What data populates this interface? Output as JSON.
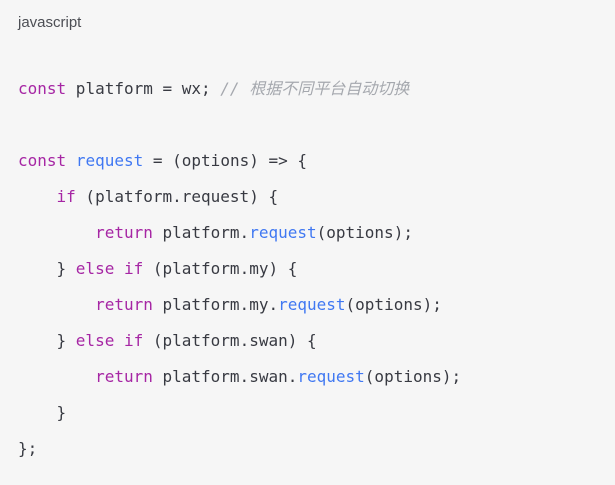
{
  "code_block": {
    "language_label": "javascript",
    "colors": {
      "background": "#f6f6f6",
      "label": "#4c4e54",
      "plain": "#383a42",
      "keyword": "#a626a4",
      "function": "#4078f2",
      "comment": "#a5a8ae"
    },
    "lines": [
      [
        {
          "type": "keyword",
          "text": "const"
        },
        {
          "type": "plain",
          "text": " platform = wx; "
        },
        {
          "type": "comment",
          "text": "// 根据不同平台自动切换"
        }
      ],
      [],
      [
        {
          "type": "keyword",
          "text": "const"
        },
        {
          "type": "plain",
          "text": " "
        },
        {
          "type": "function",
          "text": "request"
        },
        {
          "type": "plain",
          "text": " = (options) => {"
        }
      ],
      [
        {
          "type": "plain",
          "text": "    "
        },
        {
          "type": "keyword",
          "text": "if"
        },
        {
          "type": "plain",
          "text": " (platform.request) {"
        }
      ],
      [
        {
          "type": "plain",
          "text": "        "
        },
        {
          "type": "keyword",
          "text": "return"
        },
        {
          "type": "plain",
          "text": " platform."
        },
        {
          "type": "function",
          "text": "request"
        },
        {
          "type": "plain",
          "text": "(options);"
        }
      ],
      [
        {
          "type": "plain",
          "text": "    } "
        },
        {
          "type": "keyword",
          "text": "else"
        },
        {
          "type": "plain",
          "text": " "
        },
        {
          "type": "keyword",
          "text": "if"
        },
        {
          "type": "plain",
          "text": " (platform.my) {"
        }
      ],
      [
        {
          "type": "plain",
          "text": "        "
        },
        {
          "type": "keyword",
          "text": "return"
        },
        {
          "type": "plain",
          "text": " platform.my."
        },
        {
          "type": "function",
          "text": "request"
        },
        {
          "type": "plain",
          "text": "(options);"
        }
      ],
      [
        {
          "type": "plain",
          "text": "    } "
        },
        {
          "type": "keyword",
          "text": "else"
        },
        {
          "type": "plain",
          "text": " "
        },
        {
          "type": "keyword",
          "text": "if"
        },
        {
          "type": "plain",
          "text": " (platform.swan) {"
        }
      ],
      [
        {
          "type": "plain",
          "text": "        "
        },
        {
          "type": "keyword",
          "text": "return"
        },
        {
          "type": "plain",
          "text": " platform.swan."
        },
        {
          "type": "function",
          "text": "request"
        },
        {
          "type": "plain",
          "text": "(options);"
        }
      ],
      [
        {
          "type": "plain",
          "text": "    }"
        }
      ],
      [
        {
          "type": "plain",
          "text": "};"
        }
      ]
    ]
  }
}
